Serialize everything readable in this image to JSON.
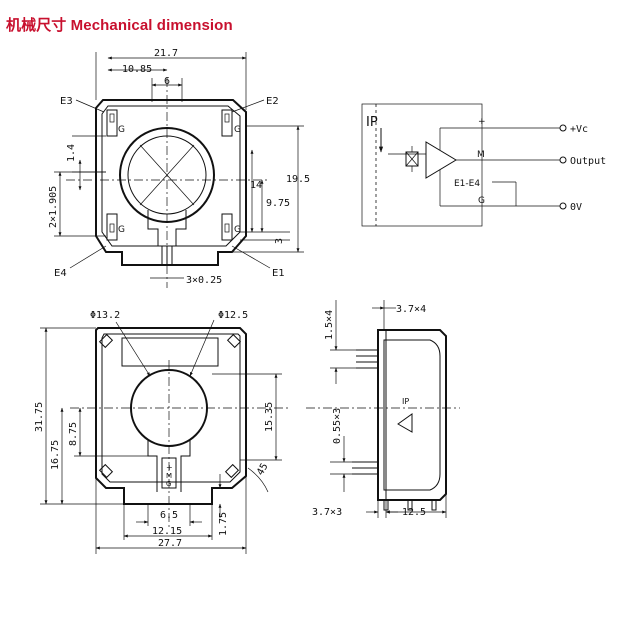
{
  "title": "机械尺寸 Mechanical dimension",
  "top_view": {
    "dims": {
      "w_total": "21.7",
      "w_half": "10.85",
      "w_slot": "6",
      "h_total": "19.5",
      "h_14": "14",
      "h_975": "9.75",
      "h_14_left": "1.4",
      "h_pins": "2×1.905",
      "h_3": "3",
      "pin": "3×0.25"
    },
    "labels": {
      "e1": "E1",
      "e2": "E2",
      "e3": "E3",
      "e4": "E4",
      "g": "G"
    }
  },
  "schematic": {
    "ip": "IP",
    "plus": "+",
    "m": "M",
    "e1e4": "E1-E4",
    "g": "G",
    "out_vc": "+Vc",
    "out_output": "Output",
    "out_0v": "0V"
  },
  "front_view": {
    "dims": {
      "phi_outer": "Φ13.2",
      "phi_inner": "Φ12.5",
      "h_total": "31.75",
      "h_1675": "16.75",
      "h_875": "8.75",
      "h_1535": "15.35",
      "w_65": "6.5",
      "w_1215": "12.15",
      "w_total": "27.7",
      "h_175": "1.75",
      "angle": "45"
    }
  },
  "side_view": {
    "dims": {
      "top_37": "3.7×4",
      "h_15": "1.5×4",
      "h_055": "0.55×3",
      "bot_37": "3.7×3",
      "bot_125": "12.5"
    },
    "ip": "IP"
  }
}
